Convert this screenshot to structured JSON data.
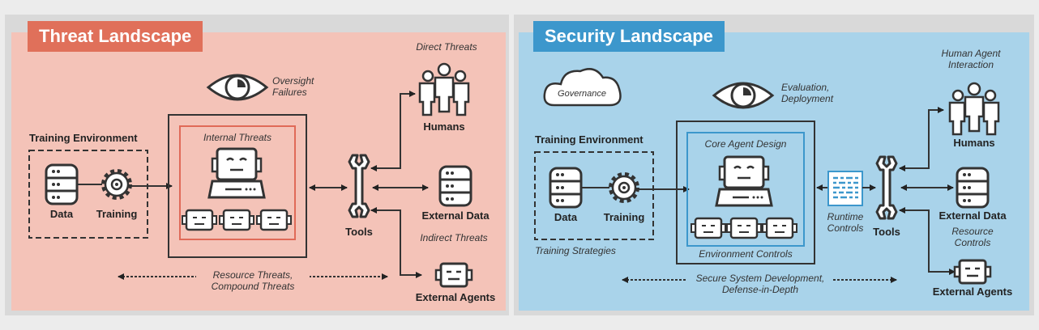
{
  "threat": {
    "title": "Threat Landscape",
    "training_environment": "Training Environment",
    "data": "Data",
    "training": "Training",
    "oversight": "Oversight Failures",
    "internal_threats": "Internal Threats",
    "tools": "Tools",
    "direct_threats": "Direct Threats",
    "humans": "Humans",
    "external_data": "External Data",
    "indirect_threats": "Indirect Threats",
    "external_agents": "External Agents",
    "resource_threats": "Resource Threats, Compound Threats"
  },
  "security": {
    "title": "Security Landscape",
    "governance": "Governance",
    "training_environment": "Training Environment",
    "data": "Data",
    "training": "Training",
    "training_strategies": "Training Strategies",
    "evaluation": "Evaluation, Deployment",
    "core_agent_design": "Core Agent Design",
    "environment_controls": "Environment Controls",
    "runtime_controls": "Runtime Controls",
    "tools": "Tools",
    "human_agent_interaction": "Human Agent Interaction",
    "humans": "Humans",
    "external_data": "External Data",
    "resource_controls": "Resource Controls",
    "external_agents": "External Agents",
    "secure_dev": "Secure System Development, Defense-in-Depth"
  },
  "colors": {
    "threat_bg": "#f4c3b8",
    "threat_title": "#e0705a",
    "security_bg": "#a9d3ea",
    "security_title": "#3c97cc",
    "frame": "#d9d9d9"
  }
}
